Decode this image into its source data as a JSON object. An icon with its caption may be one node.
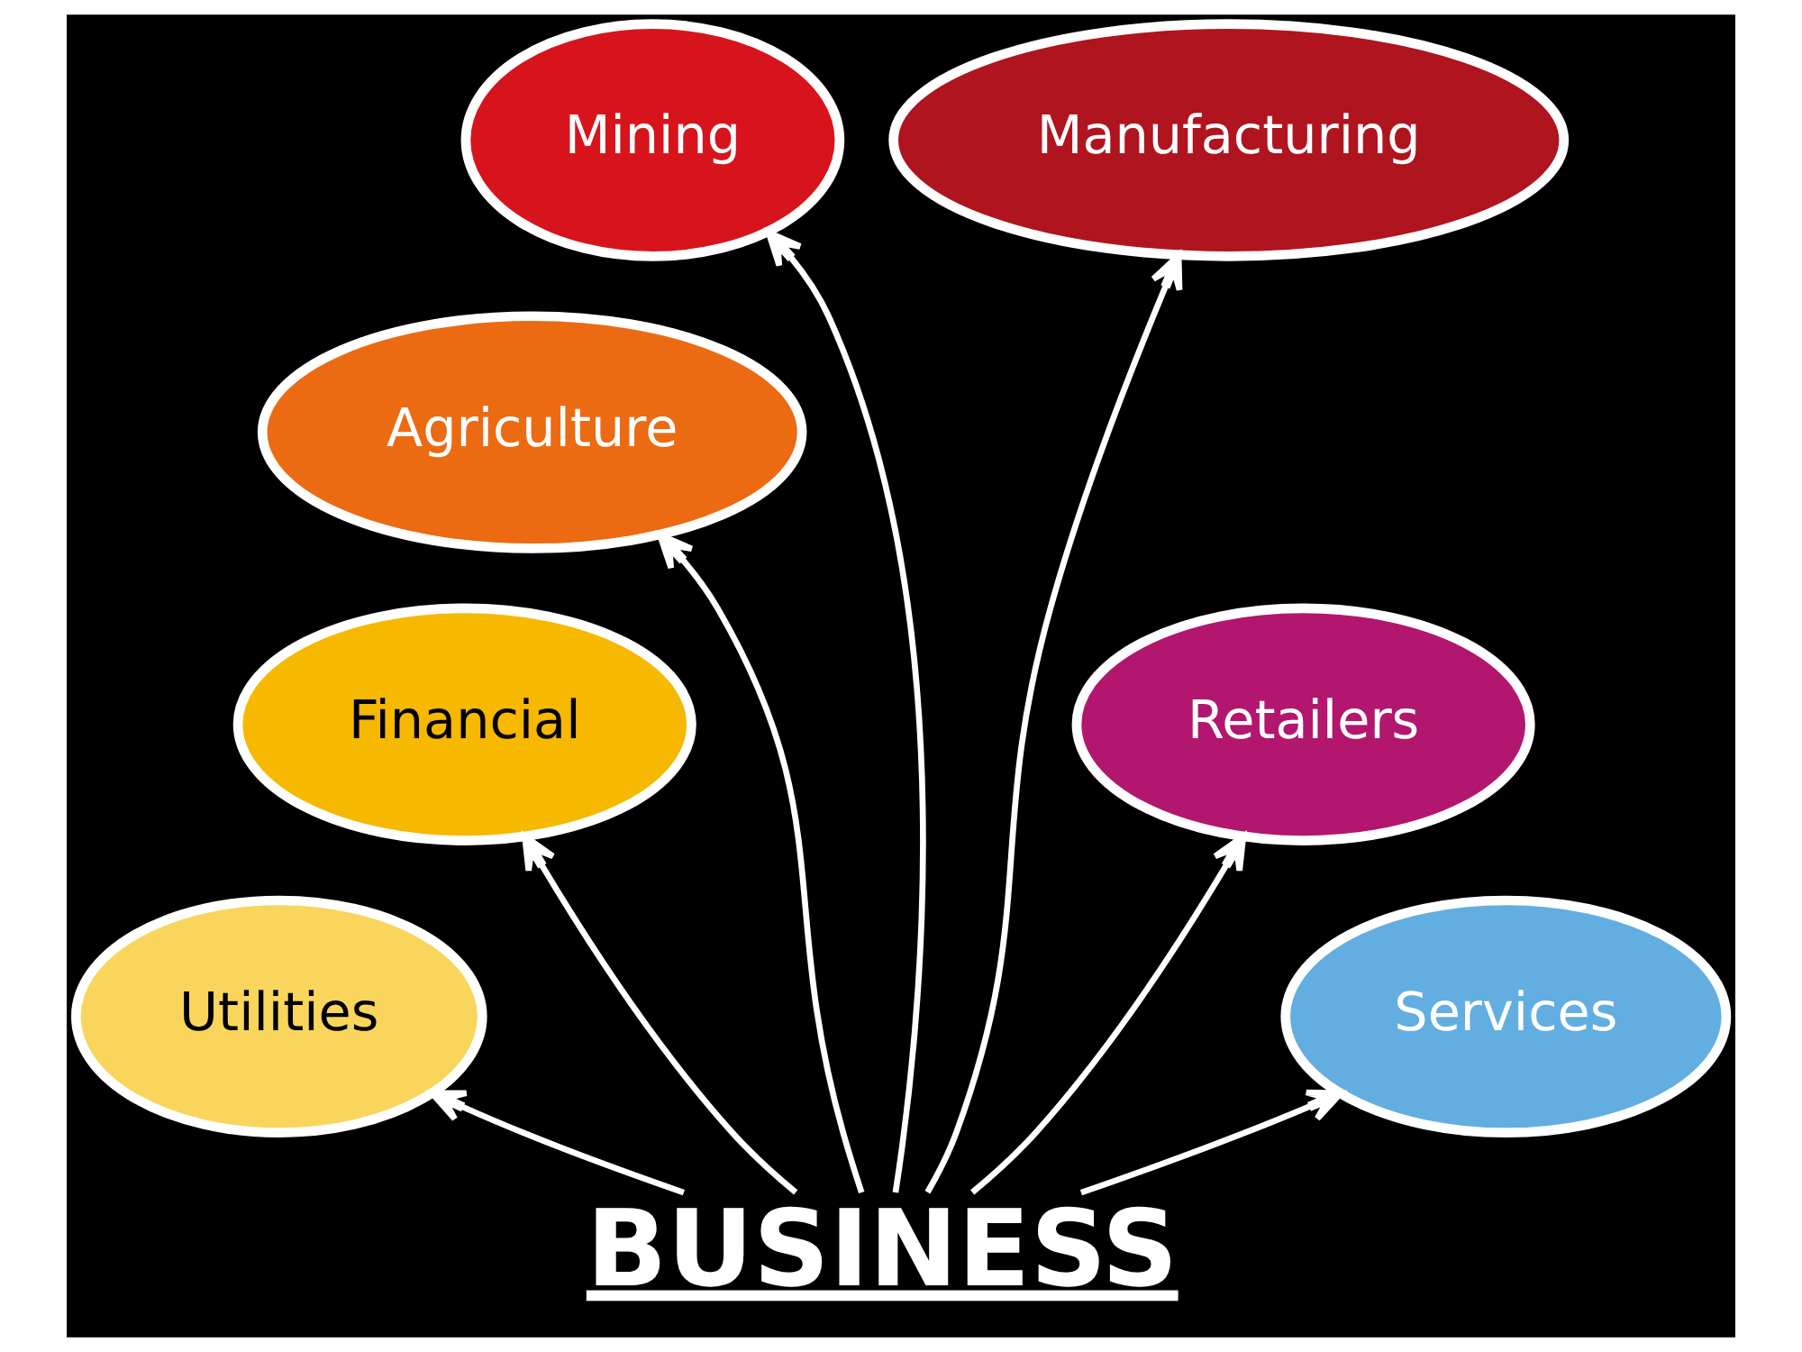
{
  "diagram": {
    "nodes": [
      {
        "text": [
          "Mining"
        ]
      },
      {
        "text": [
          "Manufacturing"
        ]
      },
      {
        "text": [
          "Agriculture"
        ]
      },
      {
        "text": [
          "Retailers"
        ]
      },
      {
        "text": [
          "Financial"
        ]
      },
      {
        "text": [
          "Services"
        ]
      },
      {
        "text": [
          "Utilities"
        ]
      },
      {
        "text": [
          "BUSINESS"
        ]
      }
    ],
    "edges": [
      {
        "from": 7,
        "to": 6,
        "arrow": "to"
      },
      {
        "from": 7,
        "to": 4,
        "arrow": "to"
      },
      {
        "from": 7,
        "to": 2,
        "arrow": "to"
      },
      {
        "from": 7,
        "to": 0,
        "arrow": "to"
      },
      {
        "from": 7,
        "to": 1,
        "arrow": "to"
      },
      {
        "from": 7,
        "to": 3,
        "arrow": "to"
      },
      {
        "from": 7,
        "to": 5,
        "arrow": "to"
      }
    ]
  }
}
